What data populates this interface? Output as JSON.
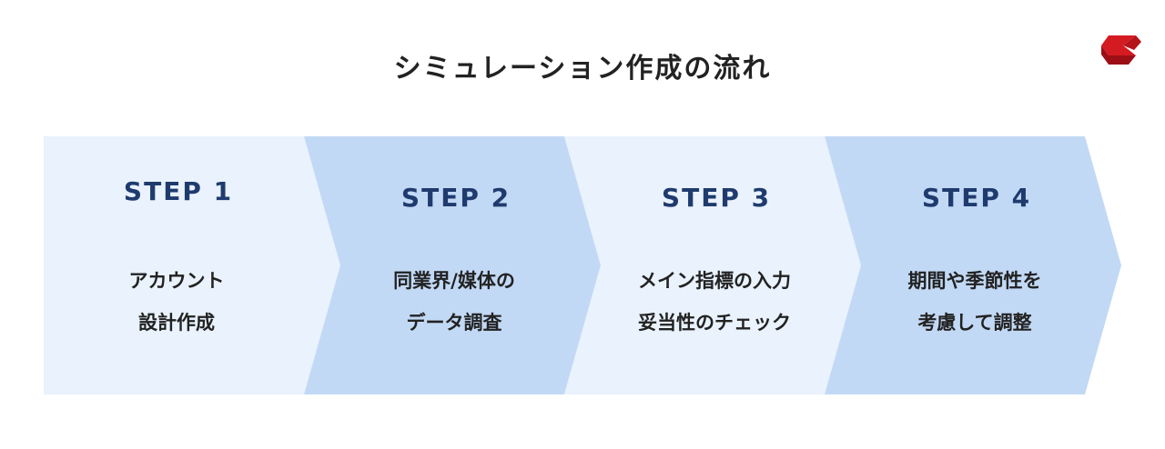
{
  "title": "シミュレーション作成の流れ",
  "colors": {
    "light_fill": "#e9f2fd",
    "dark_fill": "#c2d9f5",
    "step_label": "#1f3b6e",
    "logo_red": "#d51b22",
    "logo_dark": "#9c0f16"
  },
  "logo": {
    "icon": "red-chevron-logo"
  },
  "steps": [
    {
      "label": "STEP 1",
      "lines": [
        "アカウント",
        "設計作成"
      ]
    },
    {
      "label": "STEP 2",
      "lines": [
        "同業界/媒体の",
        "データ調査"
      ]
    },
    {
      "label": "STEP 3",
      "lines": [
        "メイン指標の入力",
        "妥当性のチェック"
      ]
    },
    {
      "label": "STEP 4",
      "lines": [
        "期間や季節性を",
        "考慮して調整"
      ]
    }
  ]
}
